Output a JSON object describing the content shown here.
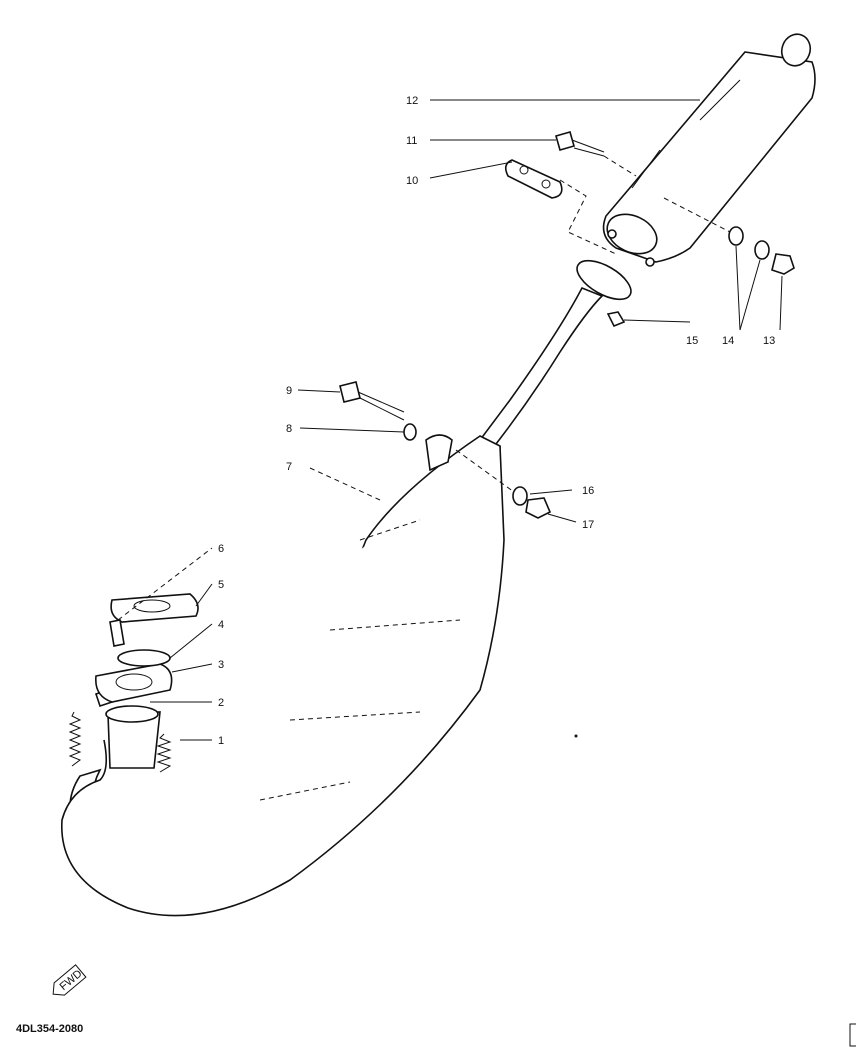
{
  "diagram": {
    "callouts": [
      "1",
      "2",
      "3",
      "4",
      "5",
      "6",
      "7",
      "8",
      "9",
      "10",
      "11",
      "12",
      "13",
      "14",
      "15",
      "16",
      "17"
    ],
    "part_code": "4DL354-2080",
    "logo_text": "FWD"
  }
}
